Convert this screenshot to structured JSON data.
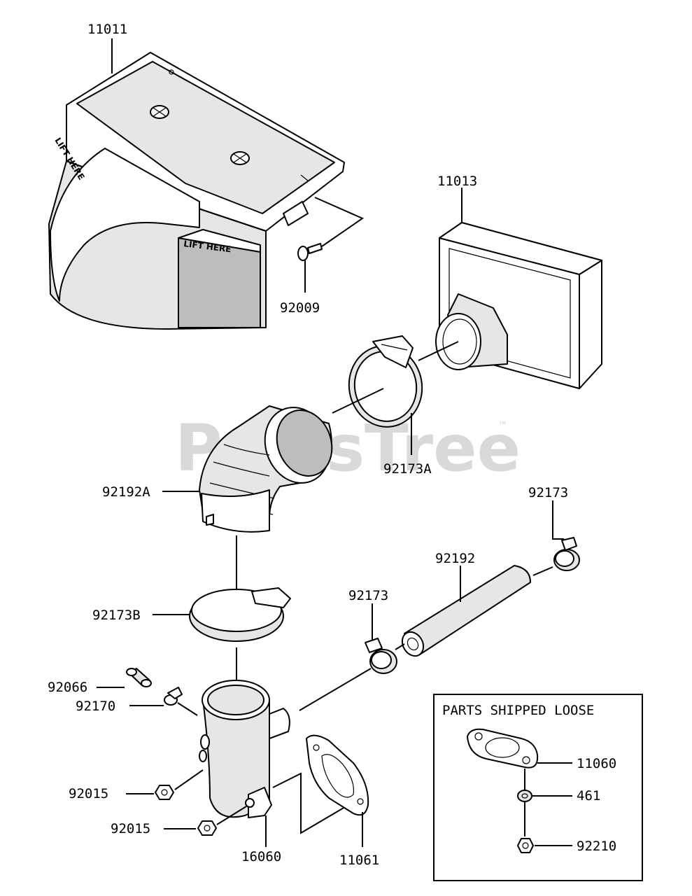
{
  "watermark": {
    "text": "PartsTree",
    "trademark": "™"
  },
  "lift_label": "LIFT HERE",
  "parts_box_title": "PARTS SHIPPED LOOSE",
  "callouts": {
    "c11011": "11011",
    "c11013": "11013",
    "c92009": "92009",
    "c92173A": "92173A",
    "c92192A": "92192A",
    "c92173_top": "92173",
    "c92192": "92192",
    "c92173_mid": "92173",
    "c92173B": "92173B",
    "c92066": "92066",
    "c92170": "92170",
    "c92015_a": "92015",
    "c92015_b": "92015",
    "c16060": "16060",
    "c11061": "11061",
    "c11060": "11060",
    "c461": "461",
    "c92210": "92210"
  }
}
